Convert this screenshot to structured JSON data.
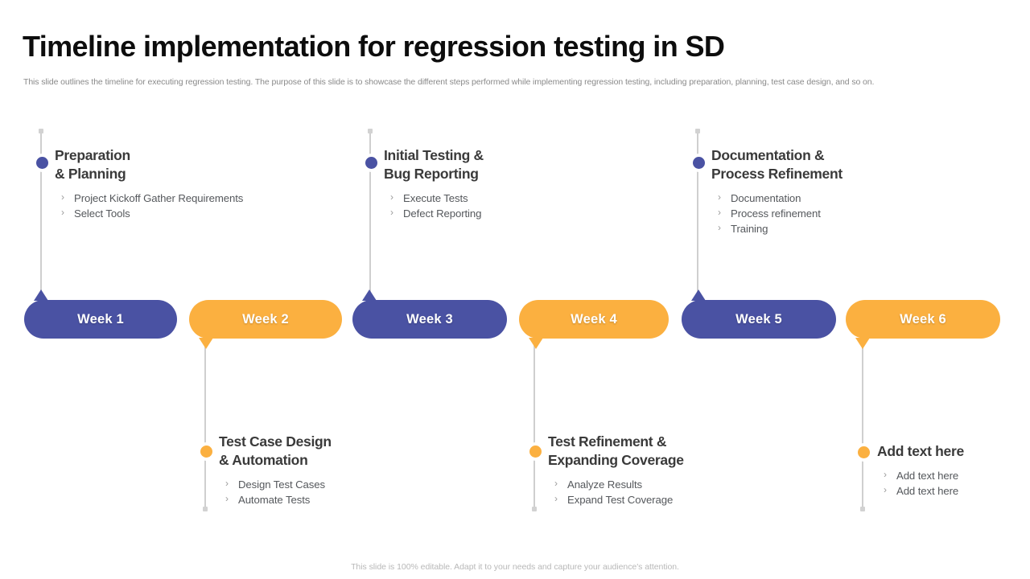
{
  "slide": {
    "title": "Timeline implementation for regression testing in SD",
    "subtitle": "This slide outlines the timeline for executing regression testing. The purpose of this slide is to showcase the different steps performed while implementing regression testing, including preparation, planning, test case design, and so on.",
    "footer": "This slide is 100% editable. Adapt it to your needs and capture your audience's attention."
  },
  "colors": {
    "blue": "#4a52a3",
    "orange": "#fbb040",
    "line": "#cfcfcf",
    "heading": "#3a3a3a",
    "body": "#55585c",
    "muted": "#8a8a8a"
  },
  "chips": [
    {
      "label": "Week 1",
      "color": "blue",
      "tail": "up"
    },
    {
      "label": "Week 2",
      "color": "orange",
      "tail": "down"
    },
    {
      "label": "Week 3",
      "color": "blue",
      "tail": "up"
    },
    {
      "label": "Week 4",
      "color": "orange",
      "tail": "down"
    },
    {
      "label": "Week 5",
      "color": "blue",
      "tail": "up"
    },
    {
      "label": "Week 6",
      "color": "orange",
      "tail": "down"
    }
  ],
  "upper_items": [
    {
      "title": "Preparation\n& Planning",
      "marker": "blue",
      "bullets": [
        "Project Kickoff Gather Requirements",
        "Select Tools"
      ]
    },
    {
      "title": "Initial Testing &\nBug Reporting",
      "marker": "blue",
      "bullets": [
        "Execute Tests",
        "Defect Reporting"
      ]
    },
    {
      "title": "Documentation &\nProcess Refinement",
      "marker": "blue",
      "bullets": [
        "Documentation",
        "Process refinement",
        "Training"
      ]
    }
  ],
  "lower_items": [
    {
      "title": "Test Case Design\n& Automation",
      "marker": "orange",
      "bullets": [
        "Design Test Cases",
        "Automate Tests"
      ]
    },
    {
      "title": "Test Refinement &\nExpanding Coverage",
      "marker": "orange",
      "bullets": [
        "Analyze Results",
        "Expand Test Coverage"
      ]
    },
    {
      "title": "Add text here",
      "marker": "orange",
      "bullets": [
        "Add text here",
        "Add text here"
      ]
    }
  ],
  "icons": {
    "bullet": "›"
  }
}
